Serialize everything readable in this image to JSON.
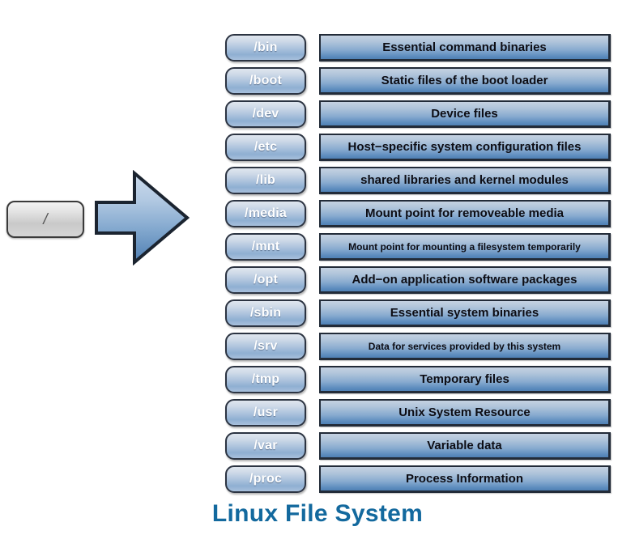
{
  "title": "Linux File System",
  "root": {
    "label": "/",
    "name": "root-directory-node"
  },
  "arrow": {
    "name": "right-arrow-icon",
    "fill_top": "#c3d4e8",
    "fill_bottom": "#4f7fb3",
    "stroke": "#1b2430"
  },
  "colors": {
    "title": "#13699e",
    "pill_border": "#2c3442",
    "pill_text": "#ffffff",
    "desc_border": "#222b38",
    "desc_text": "#0d0d14",
    "root_fill": "#e2e2e2",
    "root_border": "#3a3a3a"
  },
  "rows": [
    {
      "dir": "/bin",
      "desc": "Essential command binaries",
      "small": false
    },
    {
      "dir": "/boot",
      "desc": "Static files of the boot loader",
      "small": false
    },
    {
      "dir": "/dev",
      "desc": "Device files",
      "small": false
    },
    {
      "dir": "/etc",
      "desc": "Host−specific system configuration files",
      "small": false
    },
    {
      "dir": "/lib",
      "desc": "shared libraries and kernel modules",
      "small": false
    },
    {
      "dir": "/media",
      "desc": "Mount point for removeable media",
      "small": false
    },
    {
      "dir": "/mnt",
      "desc": "Mount point for mounting a filesystem temporarily",
      "small": true
    },
    {
      "dir": "/opt",
      "desc": "Add−on application software packages",
      "small": false
    },
    {
      "dir": "/sbin",
      "desc": "Essential system binaries",
      "small": false
    },
    {
      "dir": "/srv",
      "desc": "Data for services provided by this system",
      "small": true
    },
    {
      "dir": "/tmp",
      "desc": "Temporary files",
      "small": false
    },
    {
      "dir": "/usr",
      "desc": "Unix System Resource",
      "small": false
    },
    {
      "dir": "/var",
      "desc": "Variable data",
      "small": false
    },
    {
      "dir": "/proc",
      "desc": "Process Information",
      "small": false
    }
  ]
}
